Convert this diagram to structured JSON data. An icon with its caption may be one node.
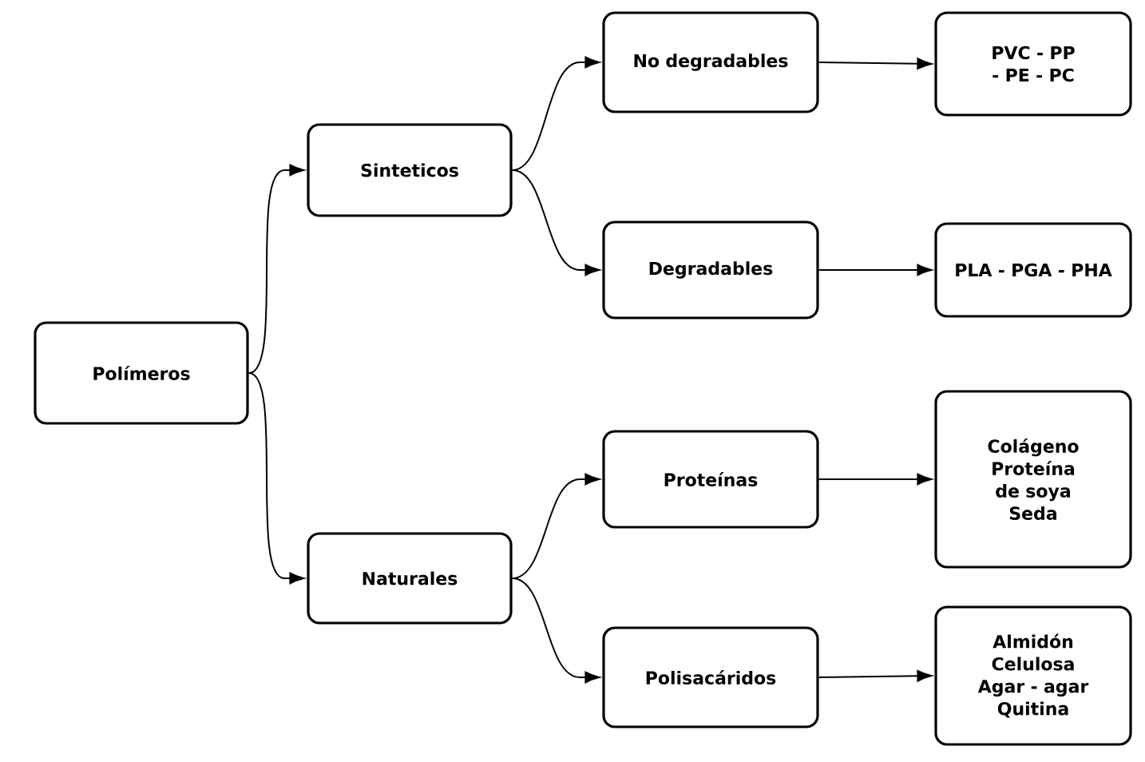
{
  "diagram": {
    "nodes": [
      {
        "text": [
          "Polímeros"
        ]
      },
      {
        "text": [
          "Sinteticos"
        ]
      },
      {
        "text": [
          "Naturales"
        ]
      },
      {
        "text": [
          "No degradables"
        ]
      },
      {
        "text": [
          "Degradables"
        ]
      },
      {
        "text": [
          "PVC - PP - PE - PC"
        ]
      },
      {
        "text": [
          "PLA - PGA - PHA"
        ]
      },
      {
        "text": [
          "Proteínas"
        ]
      },
      {
        "text": [
          "Colágeno",
          "Proteína de soya",
          "Seda"
        ]
      },
      {
        "text": [
          "Polisacáridos"
        ]
      },
      {
        "text": [
          "Almidón",
          "Celulosa",
          "Agar - agar",
          "Quitina"
        ]
      }
    ],
    "edges": [
      {
        "from": 0,
        "to": 1,
        "arrow": "to"
      },
      {
        "from": 0,
        "to": 2,
        "arrow": "to"
      },
      {
        "from": 1,
        "to": 3,
        "arrow": "to"
      },
      {
        "from": 1,
        "to": 4,
        "arrow": "to"
      },
      {
        "from": 3,
        "to": 5,
        "arrow": "to"
      },
      {
        "from": 4,
        "to": 6,
        "arrow": "to"
      },
      {
        "from": 2,
        "to": 7,
        "arrow": "to"
      },
      {
        "from": 2,
        "to": 9,
        "arrow": "to"
      },
      {
        "from": 7,
        "to": 8,
        "arrow": "to"
      },
      {
        "from": 9,
        "to": 10,
        "arrow": "to"
      }
    ]
  }
}
